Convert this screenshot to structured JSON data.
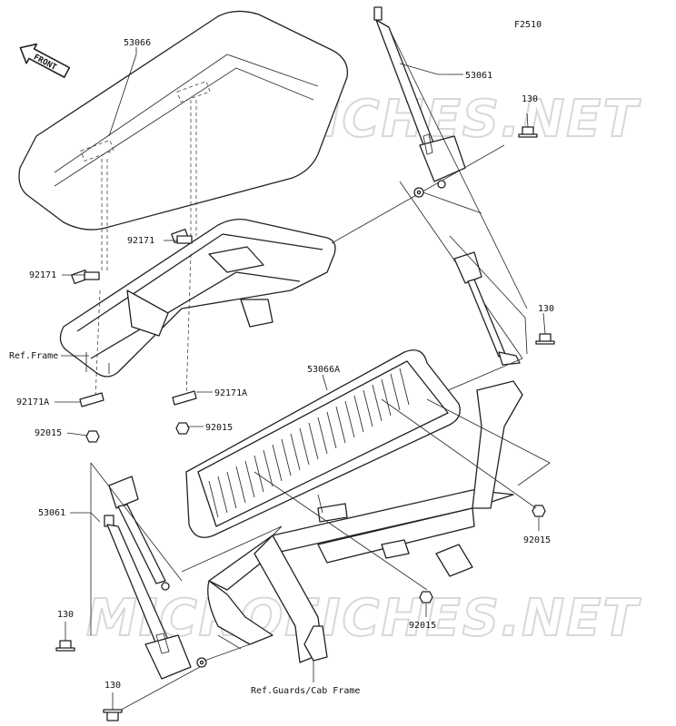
{
  "diagram_code": "F2510",
  "watermark": "MICROFICHES.NET",
  "front_label": "FRONT",
  "labels": {
    "seat_cushion": "53066",
    "belt_right": "53061",
    "bolt_upper_right": "130",
    "bolt_mid_right": "130",
    "bracket_92171_top": "92171",
    "bracket_92171_left": "92171",
    "ref_frame": "Ref.Frame",
    "seat_back": "53066A",
    "bracket_92171a_left": "92171A",
    "bracket_92171a_center": "92171A",
    "nut_left": "92015",
    "nut_center": "92015",
    "nut_right": "92015",
    "nut_lower_center": "92015",
    "belt_left": "53061",
    "bolt_lower_left": "130",
    "bolt_bottom_left": "130",
    "ref_guards": "Ref.Guards/Cab Frame"
  }
}
